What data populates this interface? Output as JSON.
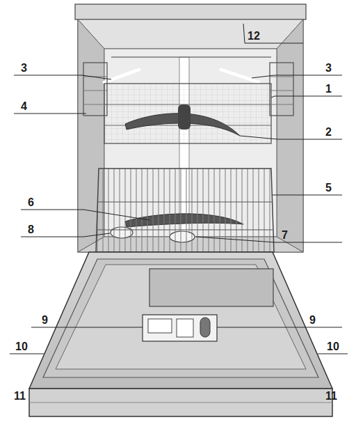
{
  "diagram": {
    "labels": [
      "12",
      "3",
      "3",
      "1",
      "4",
      "2",
      "5",
      "6",
      "8",
      "7",
      "9",
      "9",
      "10",
      "10",
      "11",
      "11"
    ]
  }
}
